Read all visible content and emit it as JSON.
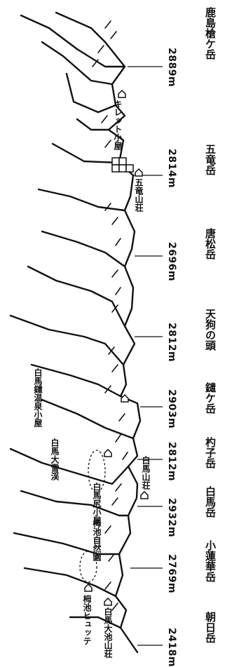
{
  "peaks": [
    {
      "name": "鹿島槍ケ岳",
      "elevation": "2889m"
    },
    {
      "name": "五竜岳",
      "elevation": "2814m"
    },
    {
      "name": "唐松岳",
      "elevation": "2696m"
    },
    {
      "name": "天狗の頭",
      "elevation": "2812m"
    },
    {
      "name": "鑓ケ岳",
      "elevation": "2903m"
    },
    {
      "name": "杓子岳",
      "elevation": "2812m"
    },
    {
      "name": "白馬岳",
      "elevation": "2932m"
    },
    {
      "name": "小蓮華岳",
      "elevation": "2769m"
    },
    {
      "name": "朝日岳",
      "elevation": "2418m"
    }
  ],
  "huts": [
    {
      "name": "キレット小屋"
    },
    {
      "name": "五竜山荘"
    },
    {
      "name": "白馬鑓温泉小屋"
    },
    {
      "name": "白馬山荘"
    },
    {
      "name": "白馬尻小屋"
    },
    {
      "name": "白馬大池山荘"
    },
    {
      "name": "栂池ヒュッテ"
    }
  ],
  "areas": [
    {
      "name": "白馬大雪渓"
    },
    {
      "name": "栂池自然園"
    }
  ],
  "colors": {
    "line": "#111111",
    "background": "#ffffff"
  }
}
